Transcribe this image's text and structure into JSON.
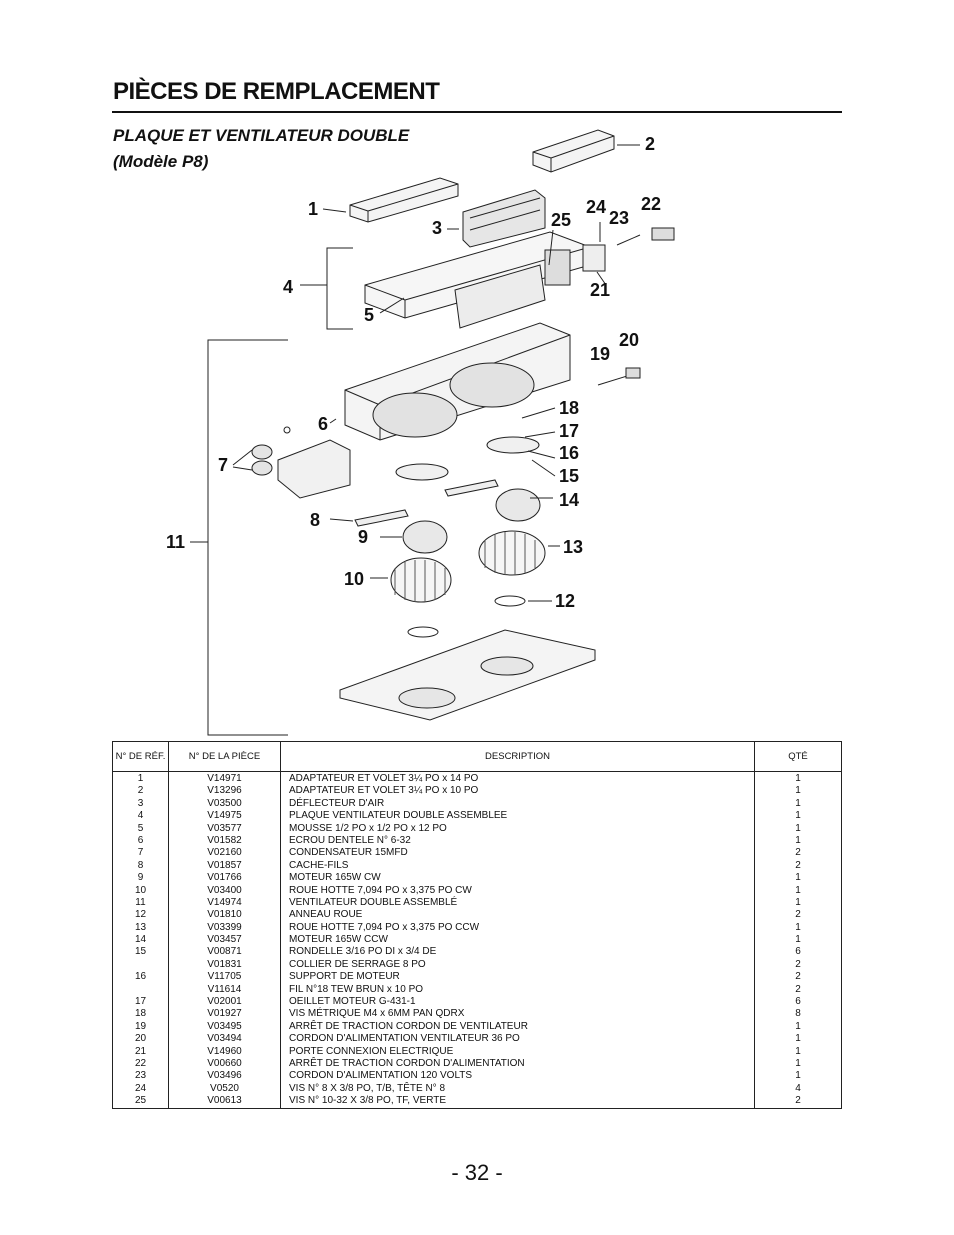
{
  "page": {
    "title": "PIÈCES DE REMPLACEMENT",
    "subtitle": "PLAQUE ET VENTILATEUR DOUBLE",
    "model": "(Modèle P8)",
    "page_number": "- 32 -"
  },
  "diagram": {
    "callouts": [
      "1",
      "2",
      "3",
      "4",
      "5",
      "6",
      "7",
      "8",
      "9",
      "10",
      "11",
      "12",
      "13",
      "14",
      "15",
      "16",
      "17",
      "18",
      "19",
      "20",
      "21",
      "22",
      "23",
      "24",
      "25"
    ]
  },
  "table": {
    "headers": {
      "ref": "N° DE RÉF.",
      "part": "N° DE LA PIÈCE",
      "description": "DESCRIPTION",
      "qty": "QTÉ"
    },
    "rows": [
      {
        "ref": "1",
        "part": "V14971",
        "desc": "ADAPTATEUR ET VOLET 3¼ PO x 14 PO",
        "qty": "1"
      },
      {
        "ref": "2",
        "part": "V13296",
        "desc": "ADAPTATEUR ET VOLET 3¼ PO x 10 PO",
        "qty": "1"
      },
      {
        "ref": "3",
        "part": "V03500",
        "desc": "DÉFLECTEUR D'AIR",
        "qty": "1"
      },
      {
        "ref": "4",
        "part": "V14975",
        "desc": "PLAQUE VENTILATEUR DOUBLE ASSEMBLEE",
        "qty": "1"
      },
      {
        "ref": "5",
        "part": "V03577",
        "desc": "MOUSSE 1/2 PO x 1/2 PO x 12 PO",
        "qty": "1"
      },
      {
        "ref": "6",
        "part": "V01582",
        "desc": "ECROU DENTELE N° 6-32",
        "qty": "1"
      },
      {
        "ref": "7",
        "part": "V02160",
        "desc": "CONDENSATEUR 15MFD",
        "qty": "2"
      },
      {
        "ref": "8",
        "part": "V01857",
        "desc": "CACHE-FILS",
        "qty": "2"
      },
      {
        "ref": "9",
        "part": "V01766",
        "desc": "MOTEUR 165W CW",
        "qty": "1"
      },
      {
        "ref": "10",
        "part": "V03400",
        "desc": "ROUE HOTTE 7,094 PO x 3,375 PO CW",
        "qty": "1"
      },
      {
        "ref": "11",
        "part": "V14974",
        "desc": "VENTILATEUR DOUBLE ASSEMBLÉ",
        "qty": "1"
      },
      {
        "ref": "12",
        "part": "V01810",
        "desc": "ANNEAU ROUE",
        "qty": "2"
      },
      {
        "ref": "13",
        "part": "V03399",
        "desc": "ROUE HOTTE 7,094 PO x 3,375 PO CCW",
        "qty": "1"
      },
      {
        "ref": "14",
        "part": "V03457",
        "desc": "MOTEUR 165W CCW",
        "qty": "1"
      },
      {
        "ref": "15",
        "part": "V00871",
        "desc": "RONDELLE 3/16 PO DI x 3/4 DE",
        "qty": "6"
      },
      {
        "ref": "",
        "part": "V01831",
        "desc": "COLLIER DE SERRAGE 8 PO",
        "qty": "2"
      },
      {
        "ref": "16",
        "part": "V11705",
        "desc": "SUPPORT DE MOTEUR",
        "qty": "2"
      },
      {
        "ref": "",
        "part": "V11614",
        "desc": "FIL N°18 TEW BRUN x 10 PO",
        "qty": "2"
      },
      {
        "ref": "17",
        "part": "V02001",
        "desc": "OEILLET MOTEUR G-431-1",
        "qty": "6"
      },
      {
        "ref": "18",
        "part": "V01927",
        "desc": "VIS MÉTRIQUE M4 x 6MM PAN QDRX",
        "qty": "8"
      },
      {
        "ref": "19",
        "part": "V03495",
        "desc": "ARRÊT DE TRACTION CORDON DE VENTILATEUR",
        "qty": "1"
      },
      {
        "ref": "20",
        "part": "V03494",
        "desc": "CORDON D'ALIMENTATION VENTILATEUR 36 PO",
        "qty": "1"
      },
      {
        "ref": "21",
        "part": "V14960",
        "desc": "PORTE CONNEXION ELECTRIQUE",
        "qty": "1"
      },
      {
        "ref": "22",
        "part": "V00660",
        "desc": "ARRÊT DE TRACTION CORDON D'ALIMENTATION",
        "qty": "1"
      },
      {
        "ref": "23",
        "part": "V03496",
        "desc": "CORDON D'ALIMENTATION 120 VOLTS",
        "qty": "1"
      },
      {
        "ref": "24",
        "part": "V0520",
        "desc": "VIS N° 8 X 3/8 PO, T/B, TÊTE N° 8",
        "qty": "4"
      },
      {
        "ref": "25",
        "part": "V00613",
        "desc": "VIS N° 10-32 X 3/8 PO, TF, VERTE",
        "qty": "2"
      }
    ]
  }
}
